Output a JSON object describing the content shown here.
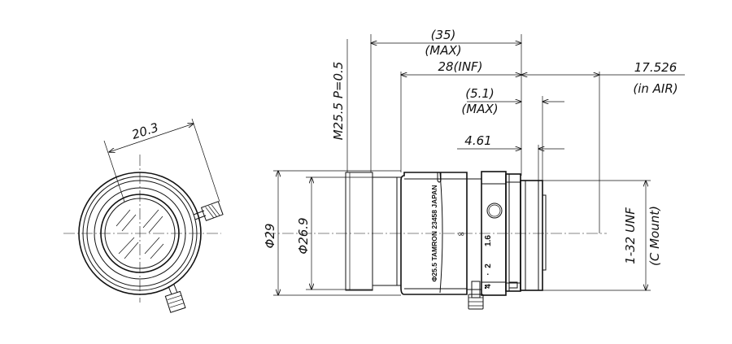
{
  "front_view": {
    "dim_screw_offset": "20.3"
  },
  "side_view": {
    "dim_total_length": "(35)",
    "dim_total_length_note": "(MAX)",
    "dim_inf_length": "28(INF)",
    "dim_back_focus": "17.526",
    "dim_back_focus_note": "(in AIR)",
    "dim_protrusion": "(5.1)",
    "dim_protrusion_note": "(MAX)",
    "dim_mount_step": "4.61",
    "dim_filter_thread": "M25.5 P=0.5",
    "dim_outer_diameter": "Φ29",
    "dim_inner_diameter": "Φ26.9",
    "dim_mount_thread": "1-32 UNF",
    "dim_mount_type": "(C Mount)",
    "barrel_print": "Φ25.5 TAMRON 23458 JAPAN",
    "focus_mark_infinity": "∞",
    "iris_scale_1": "1.6",
    "iris_scale_2": "2",
    "iris_scale_3": "4",
    "iris_dot": "·"
  }
}
